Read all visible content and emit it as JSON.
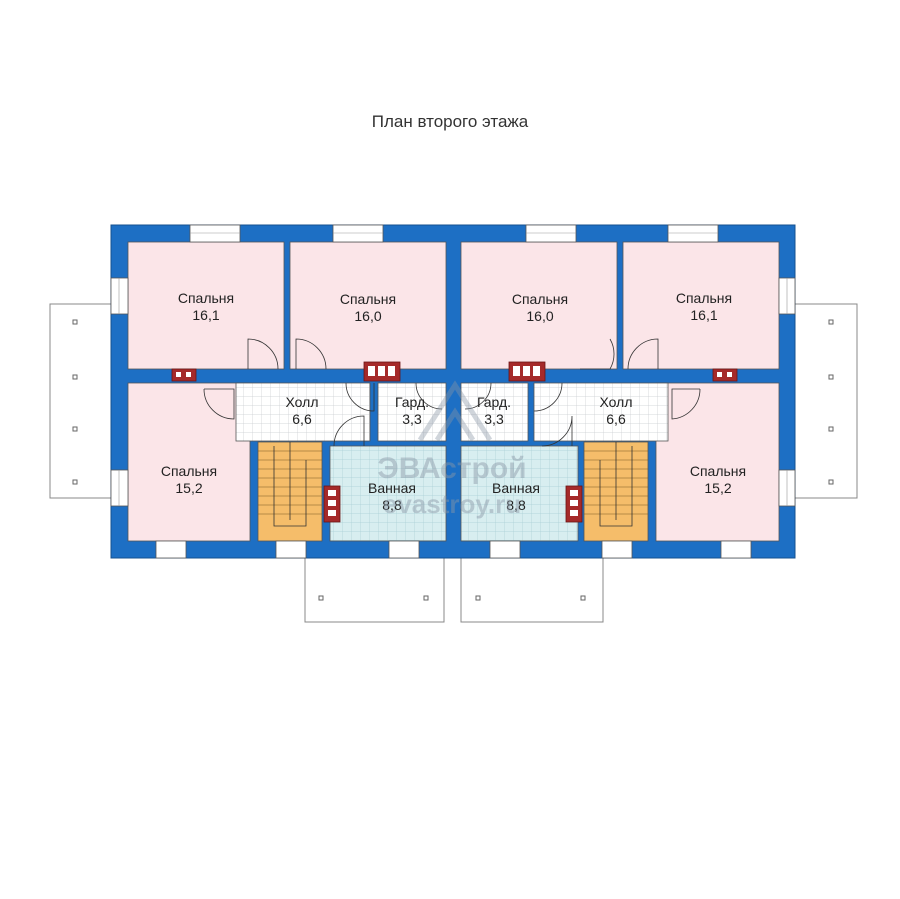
{
  "title": "План второго этажа",
  "watermark": {
    "brand": "ЭВАстрой",
    "site": "evastroy.ru"
  },
  "colors": {
    "wall": "#1d6fc4",
    "bedroom": "#fbe5e8",
    "hall": "#ffffff",
    "bath": "#d8eef0",
    "stairs": "#f5bd6a",
    "chimney": "#a52a2a"
  },
  "rooms": [
    {
      "id": "bed-tl1",
      "name": "Спальня",
      "area": "16,1"
    },
    {
      "id": "bed-tl2",
      "name": "Спальня",
      "area": "16,0"
    },
    {
      "id": "bed-tr2",
      "name": "Спальня",
      "area": "16,0"
    },
    {
      "id": "bed-tr1",
      "name": "Спальня",
      "area": "16,1"
    },
    {
      "id": "hall-l",
      "name": "Холл",
      "area": "6,6"
    },
    {
      "id": "ward-l",
      "name": "Гард.",
      "area": "3,3"
    },
    {
      "id": "ward-r",
      "name": "Гард.",
      "area": "3,3"
    },
    {
      "id": "hall-r",
      "name": "Холл",
      "area": "6,6"
    },
    {
      "id": "bed-bl",
      "name": "Спальня",
      "area": "15,2"
    },
    {
      "id": "bath-l",
      "name": "Ванная",
      "area": "8,8"
    },
    {
      "id": "bath-r",
      "name": "Ванная",
      "area": "8,8"
    },
    {
      "id": "bed-br",
      "name": "Спальня",
      "area": "15,2"
    }
  ]
}
